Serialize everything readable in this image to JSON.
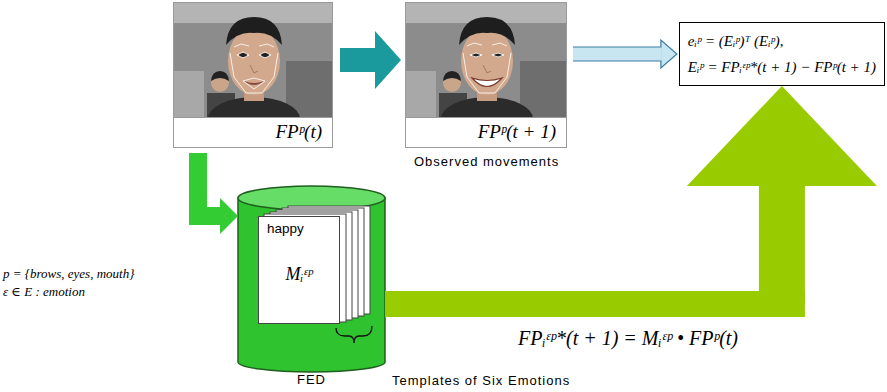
{
  "diagram": {
    "nodes": [
      {
        "text": [
          "FPᵖ(t)"
        ]
      },
      {
        "text": [
          "FPᵖ(t + 1)"
        ]
      },
      {
        "text": [
          "eᵢᵖ = (Eᵢᵖ)ᵀ (Eᵢᵖ),",
          "Eᵢᵖ = FPᵢᵋᵖ*(t + 1) − FPᵖ(t + 1)"
        ]
      },
      {
        "text": [
          "FED"
        ]
      },
      {
        "text": [
          "happy",
          "Mᵢᵋᵖ"
        ],
        "in": 3
      }
    ],
    "edges": [
      {
        "from": 0,
        "to": 1,
        "arrow": "to"
      },
      {
        "from": 1,
        "to": 2,
        "arrow": "to"
      },
      {
        "from": 0,
        "to": 3,
        "arrow": "to"
      },
      {
        "from": 3,
        "to": 2,
        "arrow": "to",
        "label": "FPᵢᵋᵖ*(t + 1) = Mᵢᵋᵖ • FPᵖ(t)"
      }
    ],
    "labels": [
      "Observed movements",
      "p = {brows, eyes, mouth}",
      "ε ∈ E : emotion",
      "Templates of Six Emotions"
    ]
  }
}
